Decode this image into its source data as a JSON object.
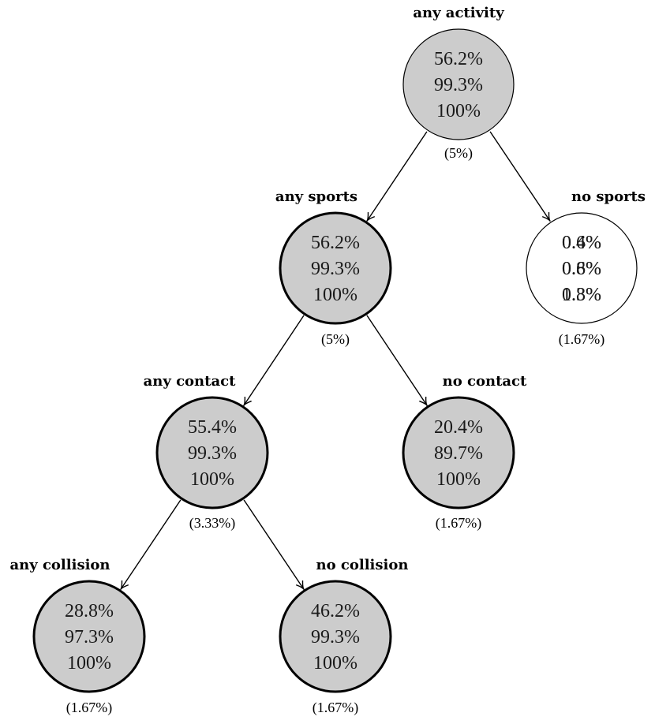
{
  "nodes": [
    {
      "id": "any-activity",
      "label": "any activity",
      "values": [
        "56.2%",
        "99.3%",
        "100%"
      ],
      "pct": "(5%)",
      "fill": "#cccccc",
      "thick_border": false
    },
    {
      "id": "any-sports",
      "label": "any sports",
      "values": [
        "56.2%",
        "99.3%",
        "100%"
      ],
      "pct": "(5%)",
      "fill": "#cccccc",
      "thick_border": true
    },
    {
      "id": "no-sports",
      "label": "no sports",
      "values": [
        "0.4%",
        "0.6%",
        "1.3%"
      ],
      "overprinted_values": [
        "0.6%",
        "0.8%",
        "0.8%"
      ],
      "pct": "(1.67%)",
      "fill": "#ffffff",
      "thick_border": false
    },
    {
      "id": "any-contact",
      "label": "any contact",
      "values": [
        "55.4%",
        "99.3%",
        "100%"
      ],
      "pct": "(3.33%)",
      "fill": "#cccccc",
      "thick_border": true
    },
    {
      "id": "no-contact",
      "label": "no contact",
      "values": [
        "20.4%",
        "89.7%",
        "100%"
      ],
      "pct": "(1.67%)",
      "fill": "#cccccc",
      "thick_border": true
    },
    {
      "id": "any-collision",
      "label": "any collision",
      "values": [
        "28.8%",
        "97.3%",
        "100%"
      ],
      "pct": "(1.67%)",
      "fill": "#cccccc",
      "thick_border": true
    },
    {
      "id": "no-collision",
      "label": "no collision",
      "values": [
        "46.2%",
        "99.3%",
        "100%"
      ],
      "pct": "(1.67%)",
      "fill": "#cccccc",
      "thick_border": true
    }
  ],
  "edges": [
    {
      "from": "any-activity",
      "to": "any-sports"
    },
    {
      "from": "any-activity",
      "to": "no-sports"
    },
    {
      "from": "any-sports",
      "to": "any-contact"
    },
    {
      "from": "any-sports",
      "to": "no-contact"
    },
    {
      "from": "any-contact",
      "to": "any-collision"
    },
    {
      "from": "any-contact",
      "to": "no-collision"
    }
  ]
}
